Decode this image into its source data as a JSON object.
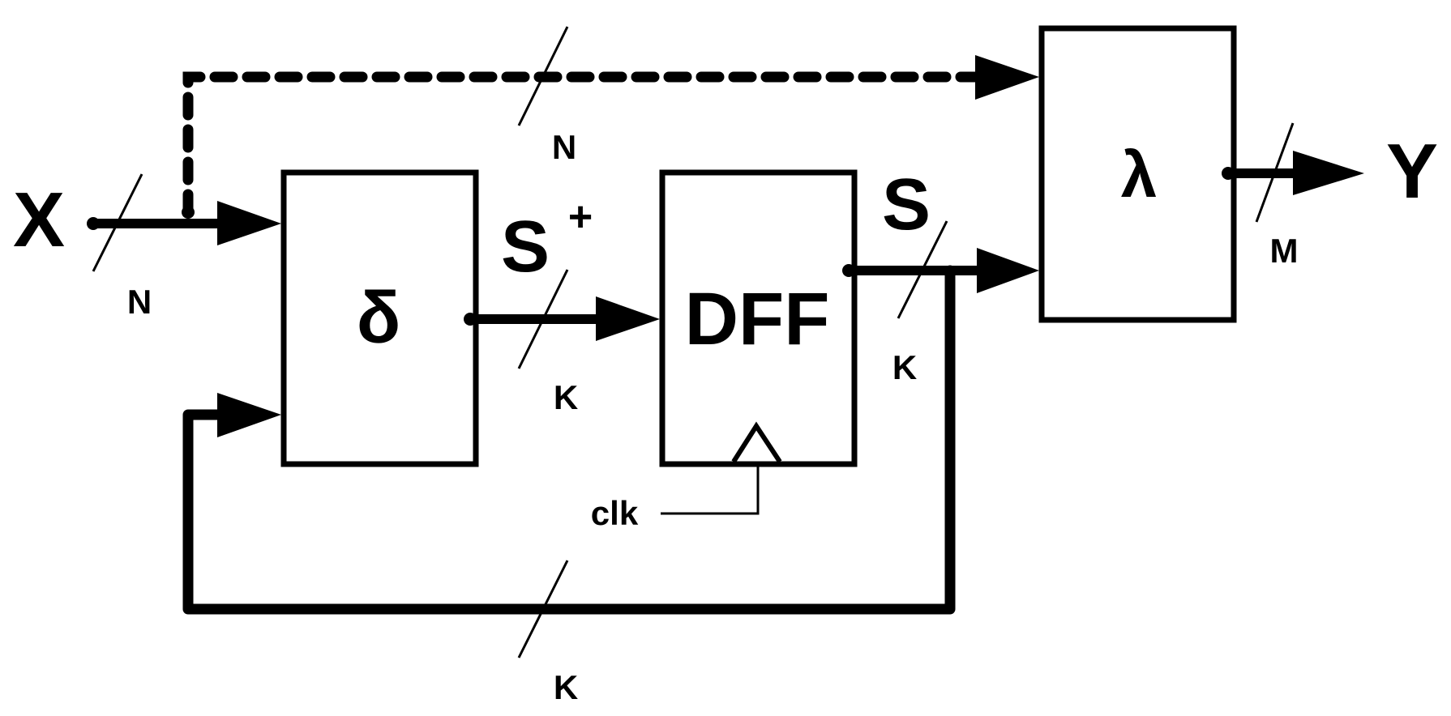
{
  "colors": {
    "ink": "#000000",
    "background": "#ffffff"
  },
  "blocks": {
    "delta": "δ",
    "dff": "DFF",
    "lambda": "λ"
  },
  "signals": {
    "input": "X",
    "output": "Y",
    "next_state": "S",
    "next_state_sup": "+",
    "state": "S",
    "clock": "clk"
  },
  "bus_widths": {
    "input_n": "N",
    "bypass_n": "N",
    "next_state_k": "K",
    "state_k": "K",
    "feedback_k": "K",
    "output_m": "M"
  }
}
